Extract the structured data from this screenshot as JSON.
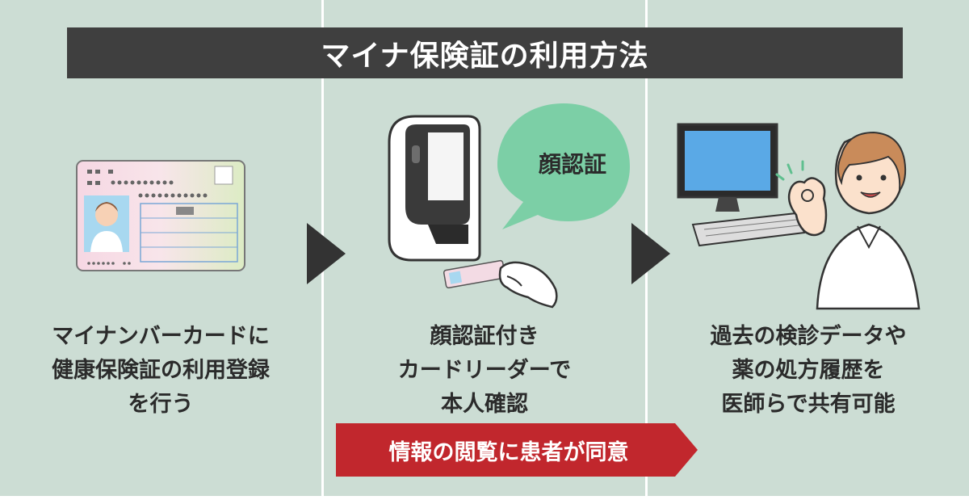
{
  "title": "マイナ保険証の利用方法",
  "steps": [
    {
      "lines": [
        "マイナンバーカードに",
        "健康保険証の利用登録",
        "を行う"
      ],
      "illustration": "my-number-card"
    },
    {
      "lines": [
        "顔認証付き",
        "カードリーダーで",
        "本人確認"
      ],
      "illustration": "face-auth-card-reader",
      "bubble": "顔認証"
    },
    {
      "lines": [
        "過去の検診データや",
        "薬の処方履歴を",
        "医師らで共有可能"
      ],
      "illustration": "doctor-with-computer"
    }
  ],
  "consent_banner": "情報の閲覧に患者が同意",
  "colors": {
    "panel": "#ccddd4",
    "title_bar": "#3f3f3f",
    "consent": "#c1272d",
    "bubble": "#7ccfa6",
    "arrow": "#333333"
  }
}
